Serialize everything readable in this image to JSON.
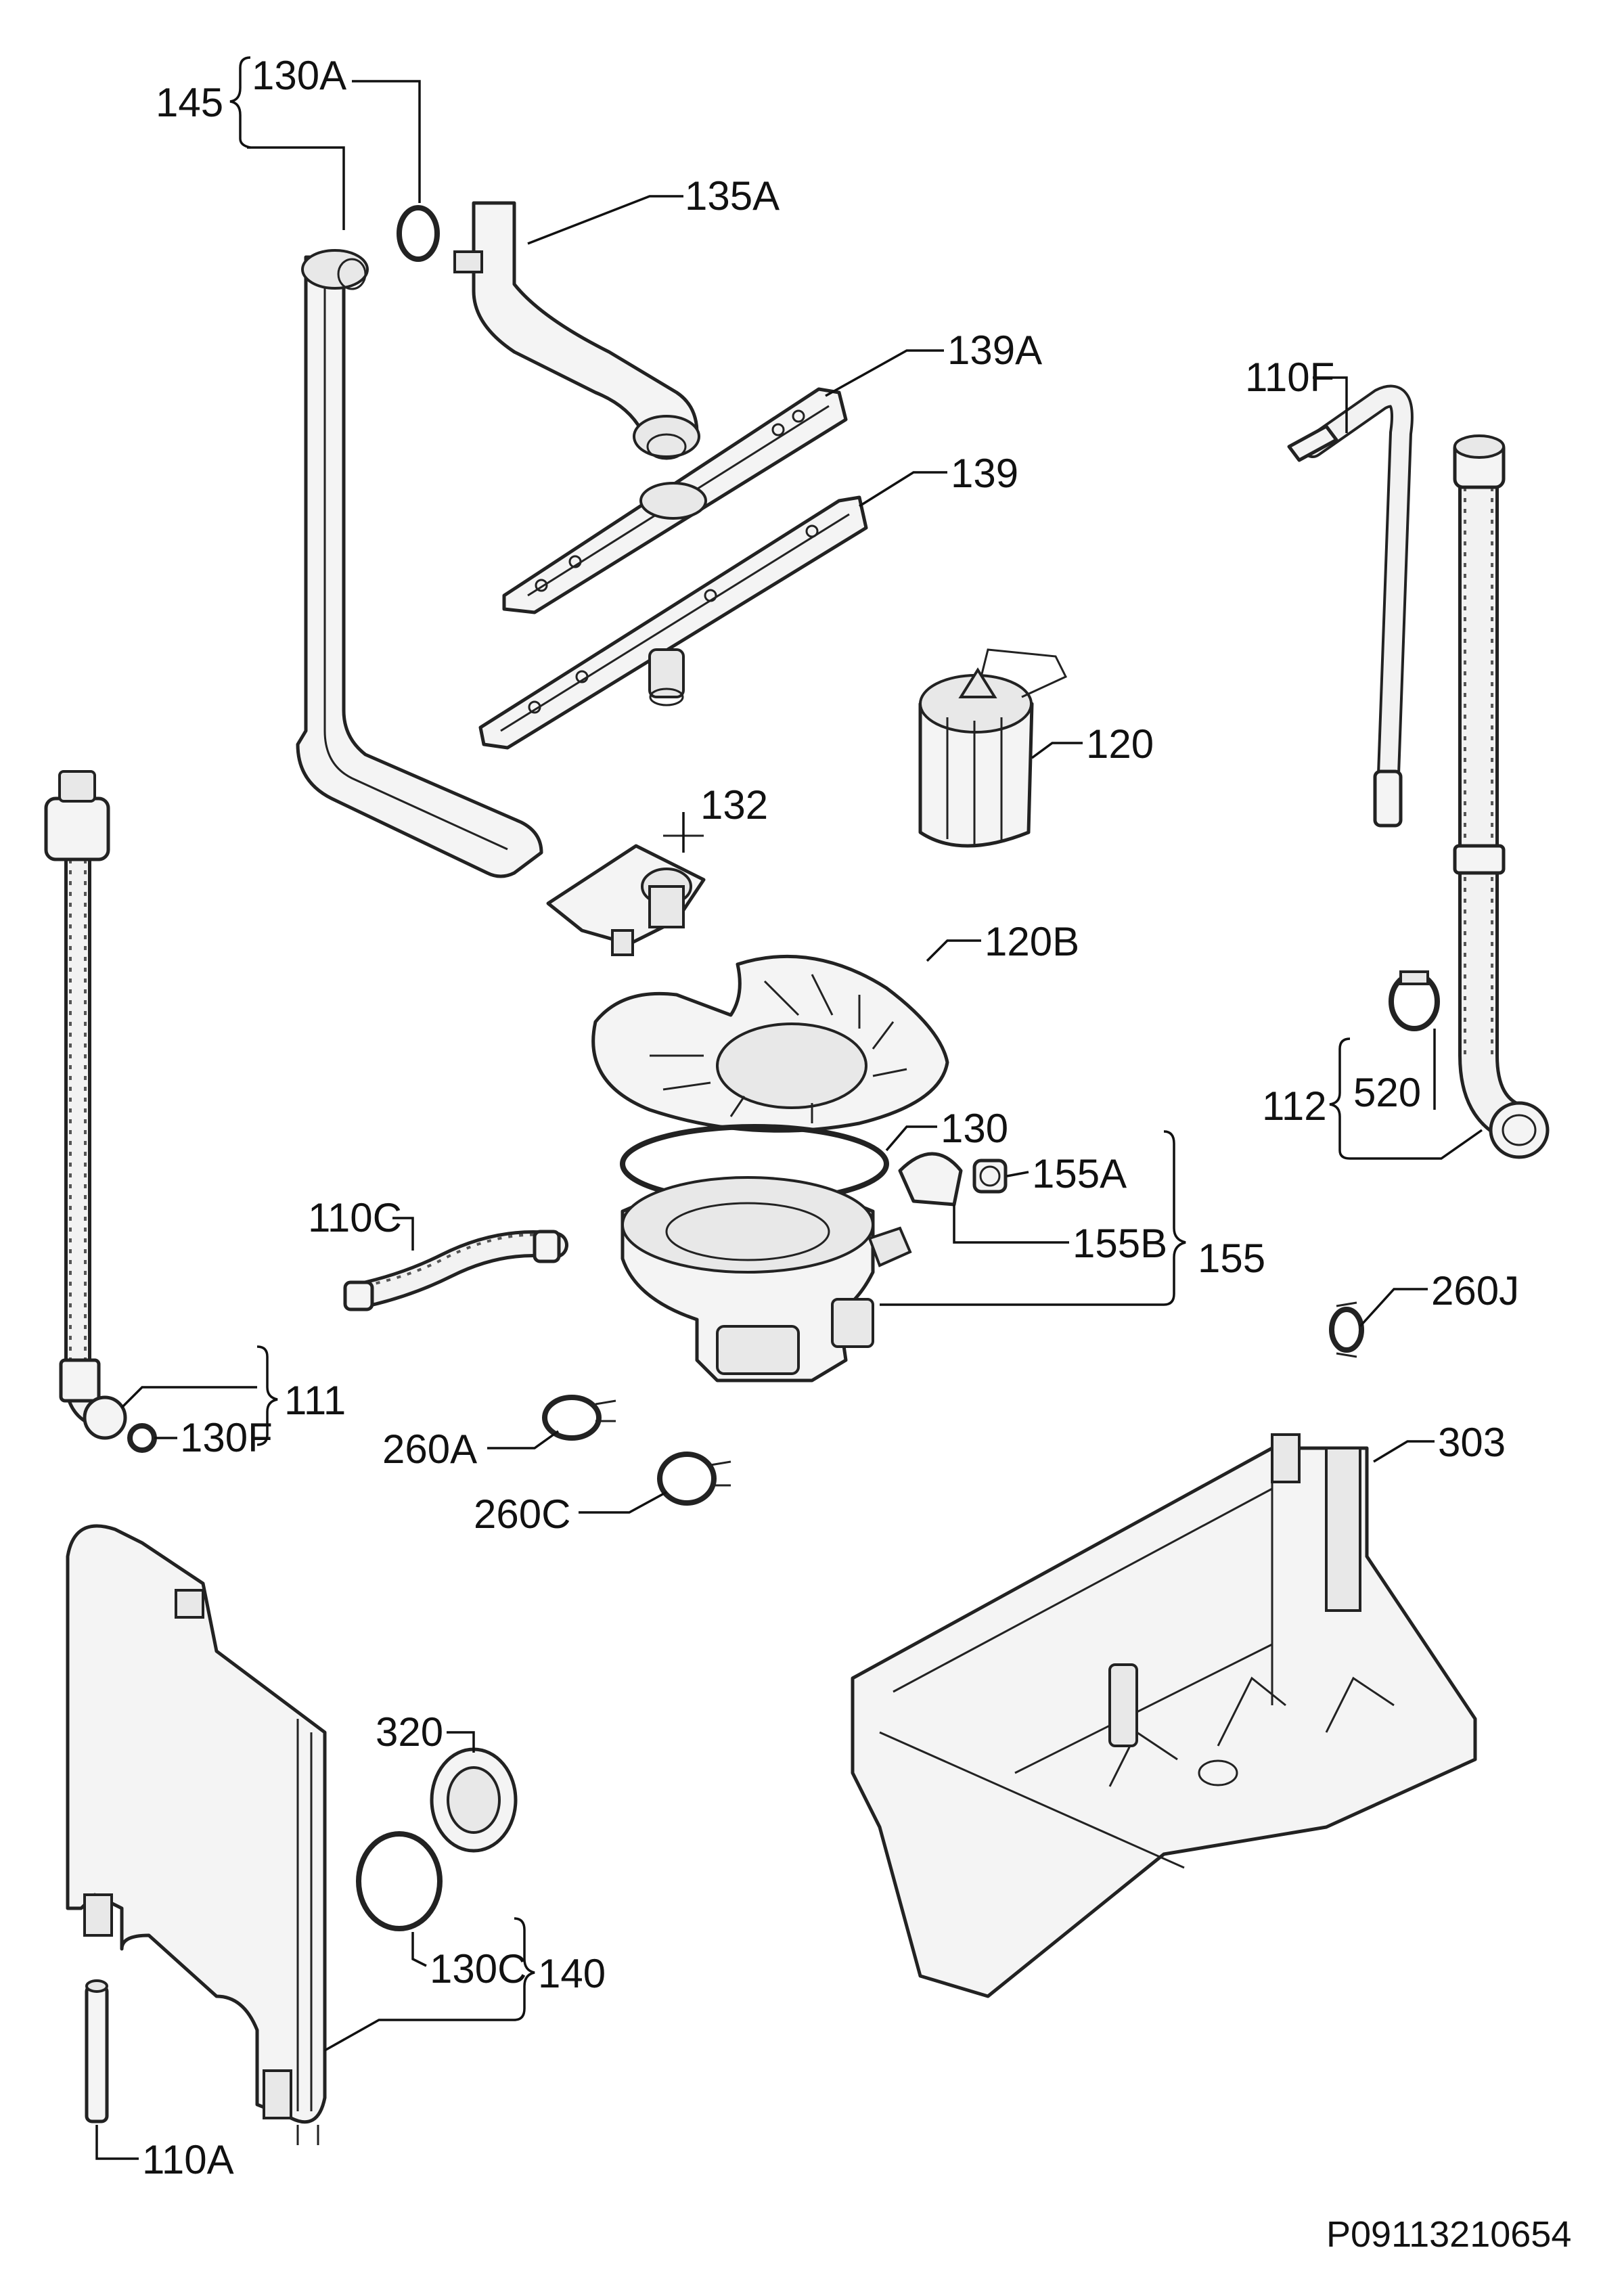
{
  "diagram": {
    "part_labels": {
      "p145": "145",
      "p130a": "130A",
      "p135a": "135A",
      "p139a": "139A",
      "p139": "139",
      "p110f": "110F",
      "p120": "120",
      "p132": "132",
      "p120b": "120B",
      "p112": "112",
      "p520": "520",
      "p130": "130",
      "p155a": "155A",
      "p110c": "110C",
      "p155b": "155B",
      "p155": "155",
      "p260j": "260J",
      "p111": "111",
      "p130f": "130F",
      "p260a": "260A",
      "p303": "303",
      "p260c": "260C",
      "p320": "320",
      "p130c": "130C",
      "p140": "140",
      "p110a": "110A"
    },
    "drawing_code": "P09113210654"
  }
}
